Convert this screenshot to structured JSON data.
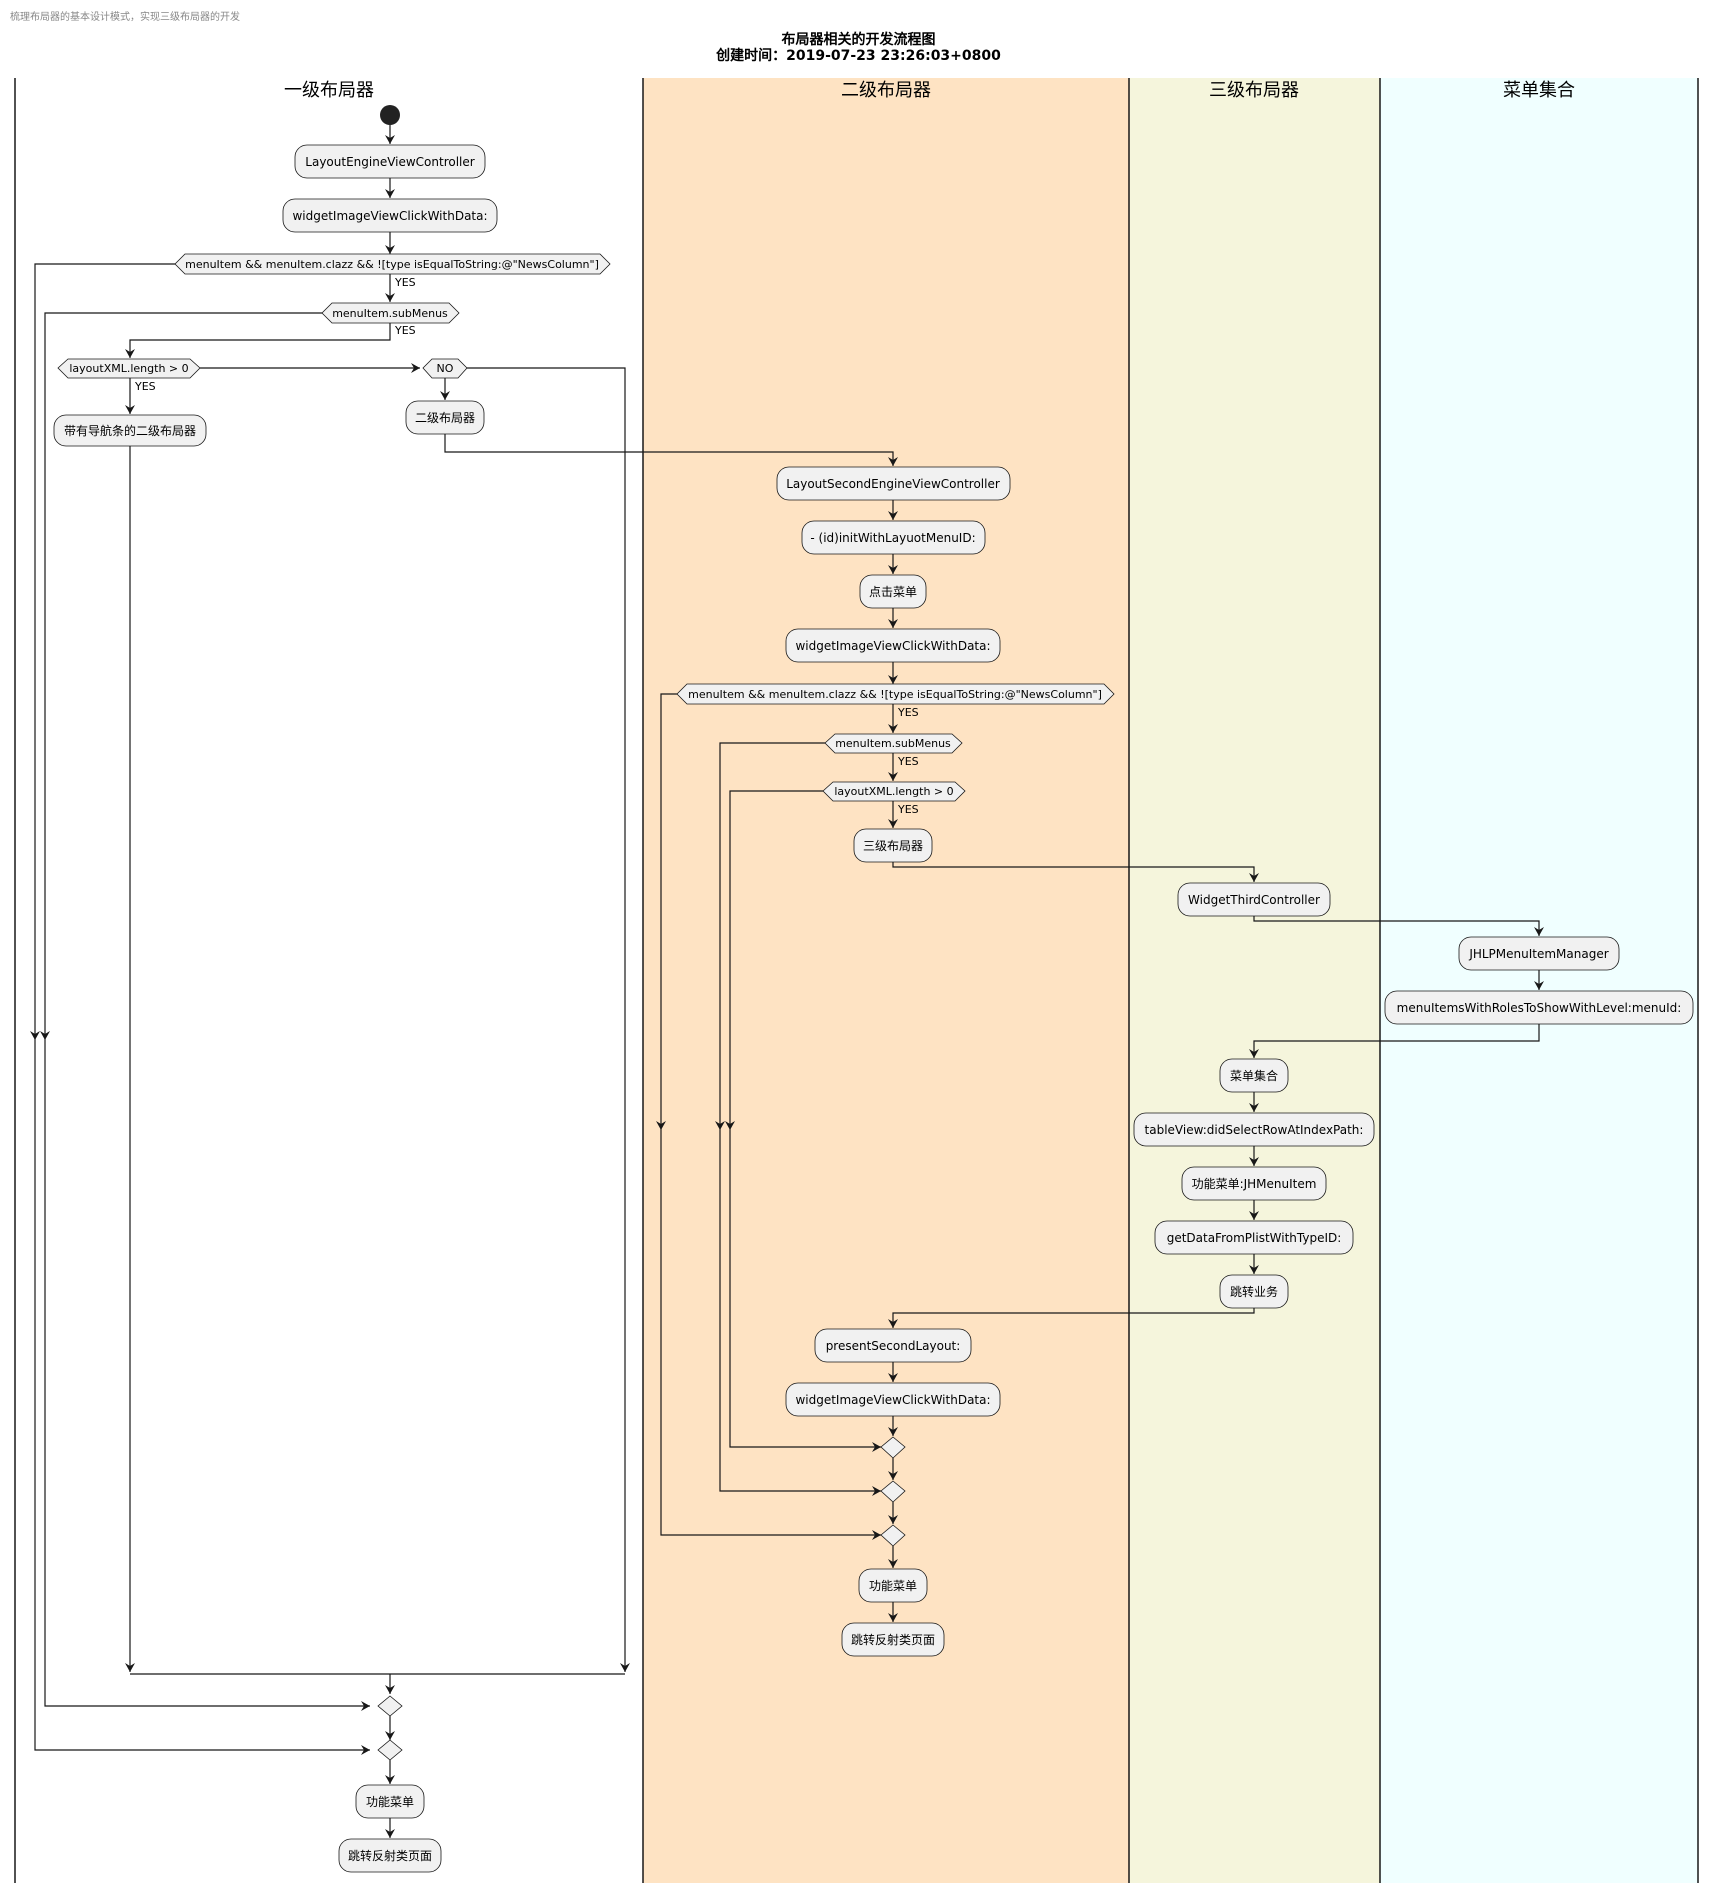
{
  "header_note": "梳理布局器的基本设计模式，实现三级布局器的开发",
  "title": "布局器相关的开发流程图",
  "subtitle": "创建时间：2019-07-23 23:26:03+0800",
  "lanes": [
    {
      "name": "一级布局器",
      "color": "#ffffff"
    },
    {
      "name": "二级布局器",
      "color": "#fee3c3"
    },
    {
      "name": "三级布局器",
      "color": "#f5f5dc"
    },
    {
      "name": "菜单集合",
      "color": "#f0ffff"
    }
  ],
  "nodes": {
    "l1_controller": "LayoutEngineViewController",
    "l1_click": "widgetImageViewClickWithData:",
    "l1_cond_menuitem": "menuItem && menuItem.clazz && ![type isEqualToString:@\"NewsColumn\"]",
    "l1_cond_submenus": "menuItem.subMenus",
    "l1_cond_layoutxml": "layoutXML.length > 0",
    "l1_no": "NO",
    "l1_nav_second": "带有导航条的二级布局器",
    "l1_second": "二级布局器",
    "l1_func_menu": "功能菜单",
    "l1_jump": "跳转反射类页面",
    "l2_controller": "LayoutSecondEngineViewController",
    "l2_init": "- (id)initWithLayuotMenuID:",
    "l2_click_menu": "点击菜单",
    "l2_click": "widgetImageViewClickWithData:",
    "l2_cond_menuitem": "menuItem && menuItem.clazz && ![type isEqualToString:@\"NewsColumn\"]",
    "l2_cond_submenus": "menuItem.subMenus",
    "l2_cond_layoutxml": "layoutXML.length > 0",
    "l2_third": "三级布局器",
    "l2_present": "presentSecondLayout:",
    "l2_click2": "widgetImageViewClickWithData:",
    "l2_func_menu": "功能菜单",
    "l2_jump": "跳转反射类页面",
    "l3_controller": "WidgetThirdController",
    "l3_menu_set": "菜单集合",
    "l3_didselect": "tableView:didSelectRowAtIndexPath:",
    "l3_func_menu": "功能菜单:JHMenuItem",
    "l3_getdata": "getDataFromPlistWithTypeID:",
    "l3_jump_biz": "跳转业务",
    "m_manager": "JHLPMenuItemManager",
    "m_items": "menuItemsWithRolesToShowWithLevel:menuId:"
  },
  "yes_label": "YES"
}
